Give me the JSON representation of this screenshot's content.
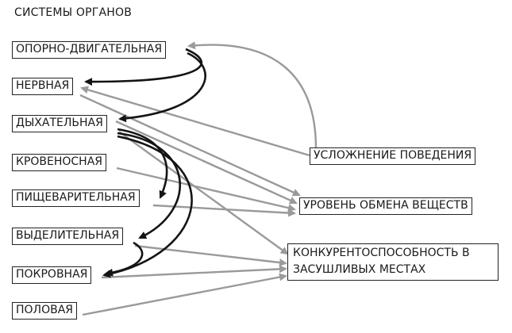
{
  "title": "СИСТЕМЫ ОРГАНОВ",
  "colors": {
    "black_arrow": "#141414",
    "gray_arrow": "#9a9a9a",
    "border": "#222222"
  },
  "systems": {
    "musculoskeletal": "ОПОРНО-ДВИГАТЕЛЬНАЯ",
    "nervous": "НЕРВНАЯ",
    "respiratory": "ДЫХАТЕЛЬНАЯ",
    "circulatory": "КРОВЕНОСНАЯ",
    "digestive": "ПИЩЕВАРИТЕЛЬНАЯ",
    "excretory": "ВЫДЕЛИТЕЛЬНАЯ",
    "integumentary": "ПОКРОВНАЯ",
    "reproductive": "ПОЛОВАЯ"
  },
  "outcomes": {
    "behavior": "УСЛОЖНЕНИЕ ПОВЕДЕНИЯ",
    "metabolism": "УРОВЕНЬ ОБМЕНА ВЕЩЕСТВ",
    "competitiveness_line1": "КОНКУРЕНТОСПОСОБНОСТЬ В",
    "competitiveness_line2": "ЗАСУШЛИВЫХ МЕСТАХ"
  },
  "links_black": [
    [
      "musculoskeletal",
      "nervous"
    ],
    [
      "musculoskeletal",
      "respiratory"
    ],
    [
      "respiratory",
      "digestive"
    ],
    [
      "respiratory",
      "excretory"
    ],
    [
      "respiratory",
      "integumentary"
    ],
    [
      "excretory",
      "integumentary"
    ]
  ],
  "links_gray": [
    [
      "behavior",
      "musculoskeletal"
    ],
    [
      "behavior",
      "nervous"
    ],
    [
      "nervous",
      "metabolism"
    ],
    [
      "respiratory",
      "metabolism"
    ],
    [
      "respiratory",
      "competitiveness"
    ],
    [
      "circulatory",
      "metabolism"
    ],
    [
      "digestive",
      "metabolism"
    ],
    [
      "excretory",
      "competitiveness"
    ],
    [
      "integumentary",
      "competitiveness"
    ],
    [
      "reproductive",
      "competitiveness"
    ]
  ]
}
